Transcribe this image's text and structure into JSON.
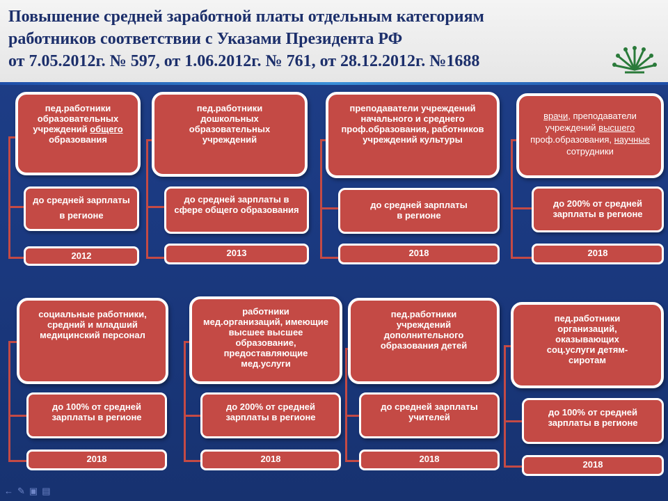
{
  "title": {
    "line1": "Повышение средней заработной платы отдельным категориям",
    "line2": "работников  соответствии с Указами Президента РФ",
    "line3": "от 7.05.2012г. № 597, от 1.06.2012г. № 761, от 28.12.2012г. №1688"
  },
  "row1": [
    {
      "category_a": "пед.работники образовательных учреждений ",
      "category_u": "общего ",
      "category_b": "образования",
      "target": "до средней зарплаты в регионе",
      "year": "2012"
    },
    {
      "category": "пед.работники дошкольных образовательных учреждений",
      "target": "до средней зарплаты в сфере общего образования",
      "year": "2013"
    },
    {
      "category": "преподаватели учреждений начального и среднего проф.образования, работников учреждений культуры",
      "target": "до средней зарплаты в регионе",
      "year": "2018"
    },
    {
      "part1": "врачи",
      "part2": ", преподаватели учреждений ",
      "part3": "высшего ",
      "part4": "проф.образования, ",
      "part5": "научные",
      "part6": " сотрудники",
      "target": "до 200% от средней зарплаты в регионе",
      "year": "2018"
    }
  ],
  "row2": [
    {
      "category": "социальные работники, средний и младший медицинский персонал",
      "target": "до 100% от средней зарплаты в регионе",
      "year": "2018"
    },
    {
      "category": "работники мед.организаций, имеющие высшее высшее образование, предоставляющие мед.услуги",
      "target": "до 200% от средней зарплаты в регионе",
      "year": "2018"
    },
    {
      "category": "пед.работники учреждений дополнительного образования детей",
      "target": "до средней зарплаты учителей",
      "year": "2018"
    },
    {
      "category": "пед.работники организаций, оказывающих соц.услуги детям-сиротам",
      "target": "до 100% от средней зарплаты в регионе",
      "year": "2018"
    }
  ],
  "colors": {
    "card": "#c44a45",
    "background": "#1b3a82",
    "header": "#ececec",
    "title": "#1c2f6b"
  },
  "nav_icons": [
    "back-arrow-icon",
    "pen-icon",
    "slides-icon",
    "menu-icon"
  ]
}
